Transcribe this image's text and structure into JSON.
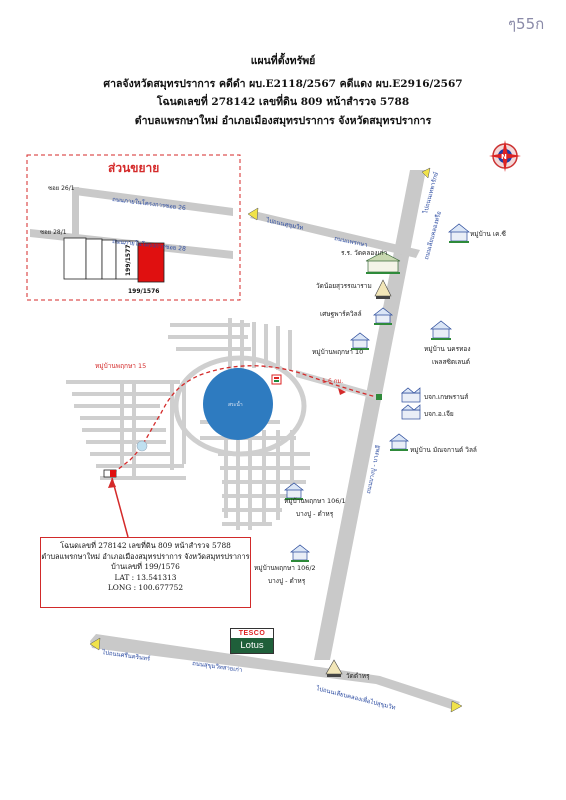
{
  "corner_note": "ๆ55ก",
  "header": {
    "line1": "แผนที่ตั้งทรัพย์",
    "line2": "ศาลจังหวัดสมุทรปราการ คดีดำ ผบ.E2118/2567 คดีแดง ผบ.E2916/2567",
    "line3": "โฉนดเลขที่ 278142 เลขที่ดิน 809 หน้าสำรวจ 5788",
    "line4": "ตำบลแพรกษาใหม่ อำเภอเมืองสมุทรปราการ จังหวัดสมุทรปราการ"
  },
  "inset": {
    "title": "ส่วนขยาย",
    "soi26": "ซอย 26/1",
    "soi28": "ซอย 28/1",
    "road26": "ถนนภายในโครงการซอย 26",
    "road28": "ถนนภายในโครงการซอย 28",
    "plot1": "199/1577",
    "plot2": "199/1576"
  },
  "compass": {
    "letter": "N"
  },
  "map_labels": {
    "to_thepharak": "ไปถนนเทพารักษ์",
    "khlong_road": "ถนนเลียบคลองหรือ",
    "to_sukhumvit": "ไปถนนสุขุมวิท",
    "praeksa_road": "ถนนแพรกษา",
    "village_kc": "หมู่บ้าน เค.ซี",
    "school_name": "ร.ร. วัดคลองเก่า",
    "temple_name": "วัดน้อยสุวรรณาราม",
    "sethapat": "เศษฐพาร์ควิลล์",
    "village_15": "หมู่บ้านพฤกษา 15",
    "village_10": "หมู่บ้านพฤกษา 10",
    "nakornthong_1": "หมู่บ้าน นครทอง",
    "nakornthong_2": "เพลสซิตเลนต์",
    "lake": "สระน้ำ",
    "distance": "1-6 กม.",
    "company1": "บจก.เกษพรานส์",
    "company2": "บจก.อ.เจีย",
    "manchakarn": "หมู่บ้าน มัณจกานต์ วิลล์",
    "main_road": "ถนนบางปู - บางพลี",
    "village_106_1": "หมู่บ้านพฤกษา 106/1",
    "bangpu_1": "บางปู - ตำหรุ",
    "village_106_2": "หมู่บ้านพฤกษา 106/2",
    "bangpu_2": "บางปู - ตำหรุ",
    "to_klong_dan": "ไปถนนศรีนครินทร์",
    "sukhumvit_old": "ถนนสุขุมวิทสายเก่า",
    "khlong_prawet": "ไปถนนเลียบคลองเพื่อไปสุขุมวิท",
    "wat_tamru": "วัดตำหรุ"
  },
  "infobox": {
    "line1": "โฉนดเลขที่ 278142 เลขที่ดิน 809 หน้าสำรวจ 5788",
    "line2": "ตำบลแพรกษาใหม่ อำเภอเมืองสมุทรปราการ จังหวัดสมุทรปราการ",
    "line3": "บ้านเลขที่ 199/1576",
    "lat": "LAT : 13.541313",
    "long": "LONG : 100.677752"
  },
  "tesco": {
    "brand": "TESCO",
    "sub": "Lotus"
  },
  "colors": {
    "route": "#d42a2a",
    "road": "#c9c9c9",
    "lake": "#2e7bc0",
    "accent": "#d42a2a"
  }
}
